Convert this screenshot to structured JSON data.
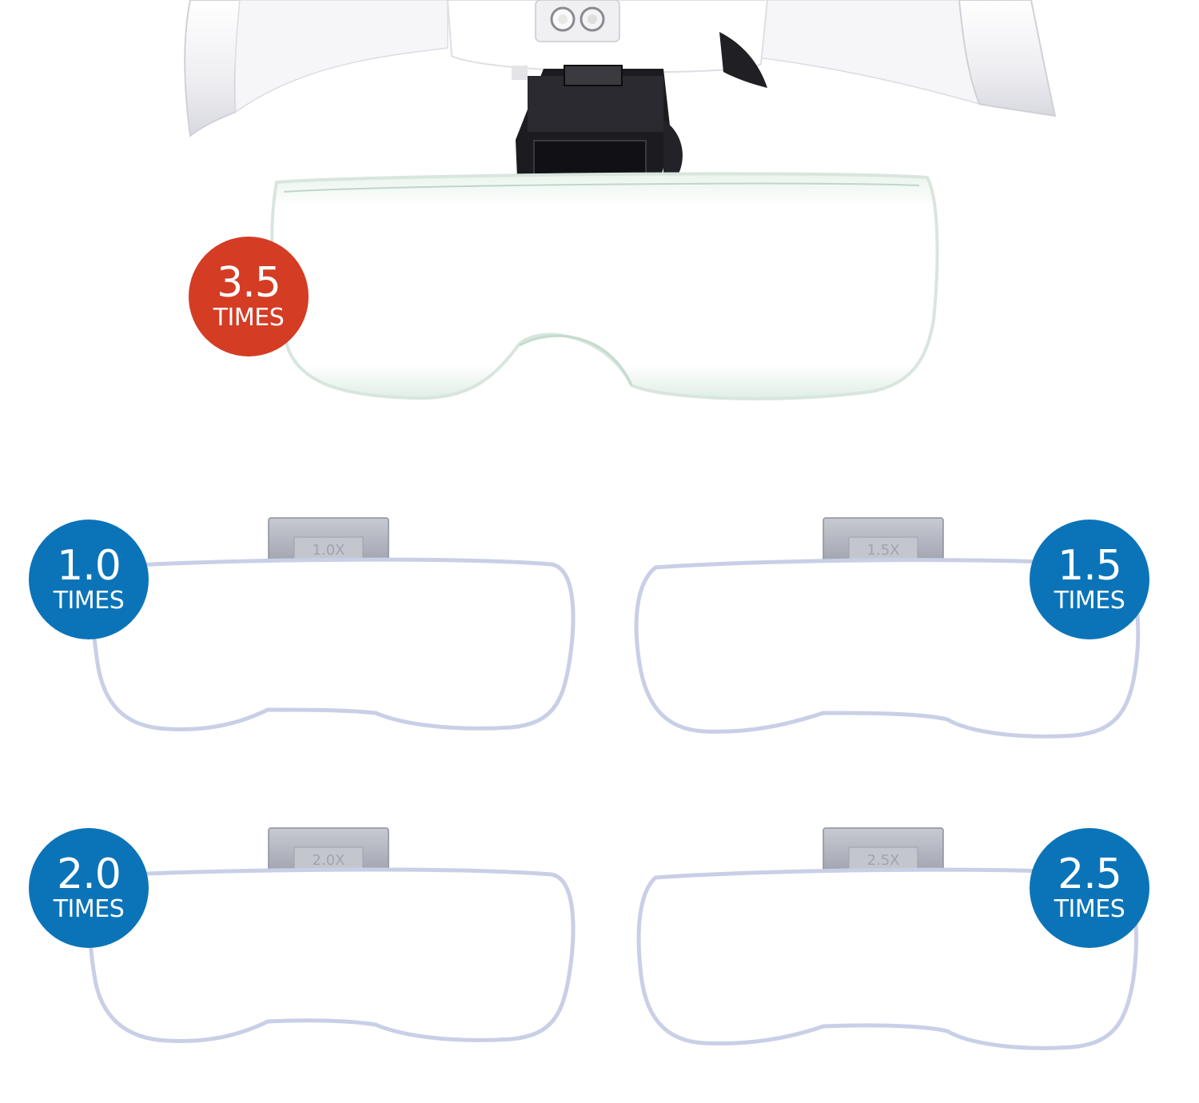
{
  "product": {
    "headset_lens": {
      "magnification": "3.5",
      "unit": "TIMES"
    },
    "lens_1": {
      "magnification": "1.0",
      "unit": "TIMES",
      "tab_label": "1.0X"
    },
    "lens_2": {
      "magnification": "1.5",
      "unit": "TIMES",
      "tab_label": "1.5X"
    },
    "lens_3": {
      "magnification": "2.0",
      "unit": "TIMES",
      "tab_label": "2.0X"
    },
    "lens_4": {
      "magnification": "2.5",
      "unit": "TIMES",
      "tab_label": "2.5X"
    }
  },
  "colors": {
    "red_badge": "#d43c24",
    "blue_badge": "#0b74b8",
    "lens_outline": "#c9cfe6",
    "tab_silver": "#b5b8c2",
    "headband_white": "#f4f4f6",
    "bracket_black": "#1c1c20"
  },
  "icons": {
    "led": "led-light-icon"
  }
}
